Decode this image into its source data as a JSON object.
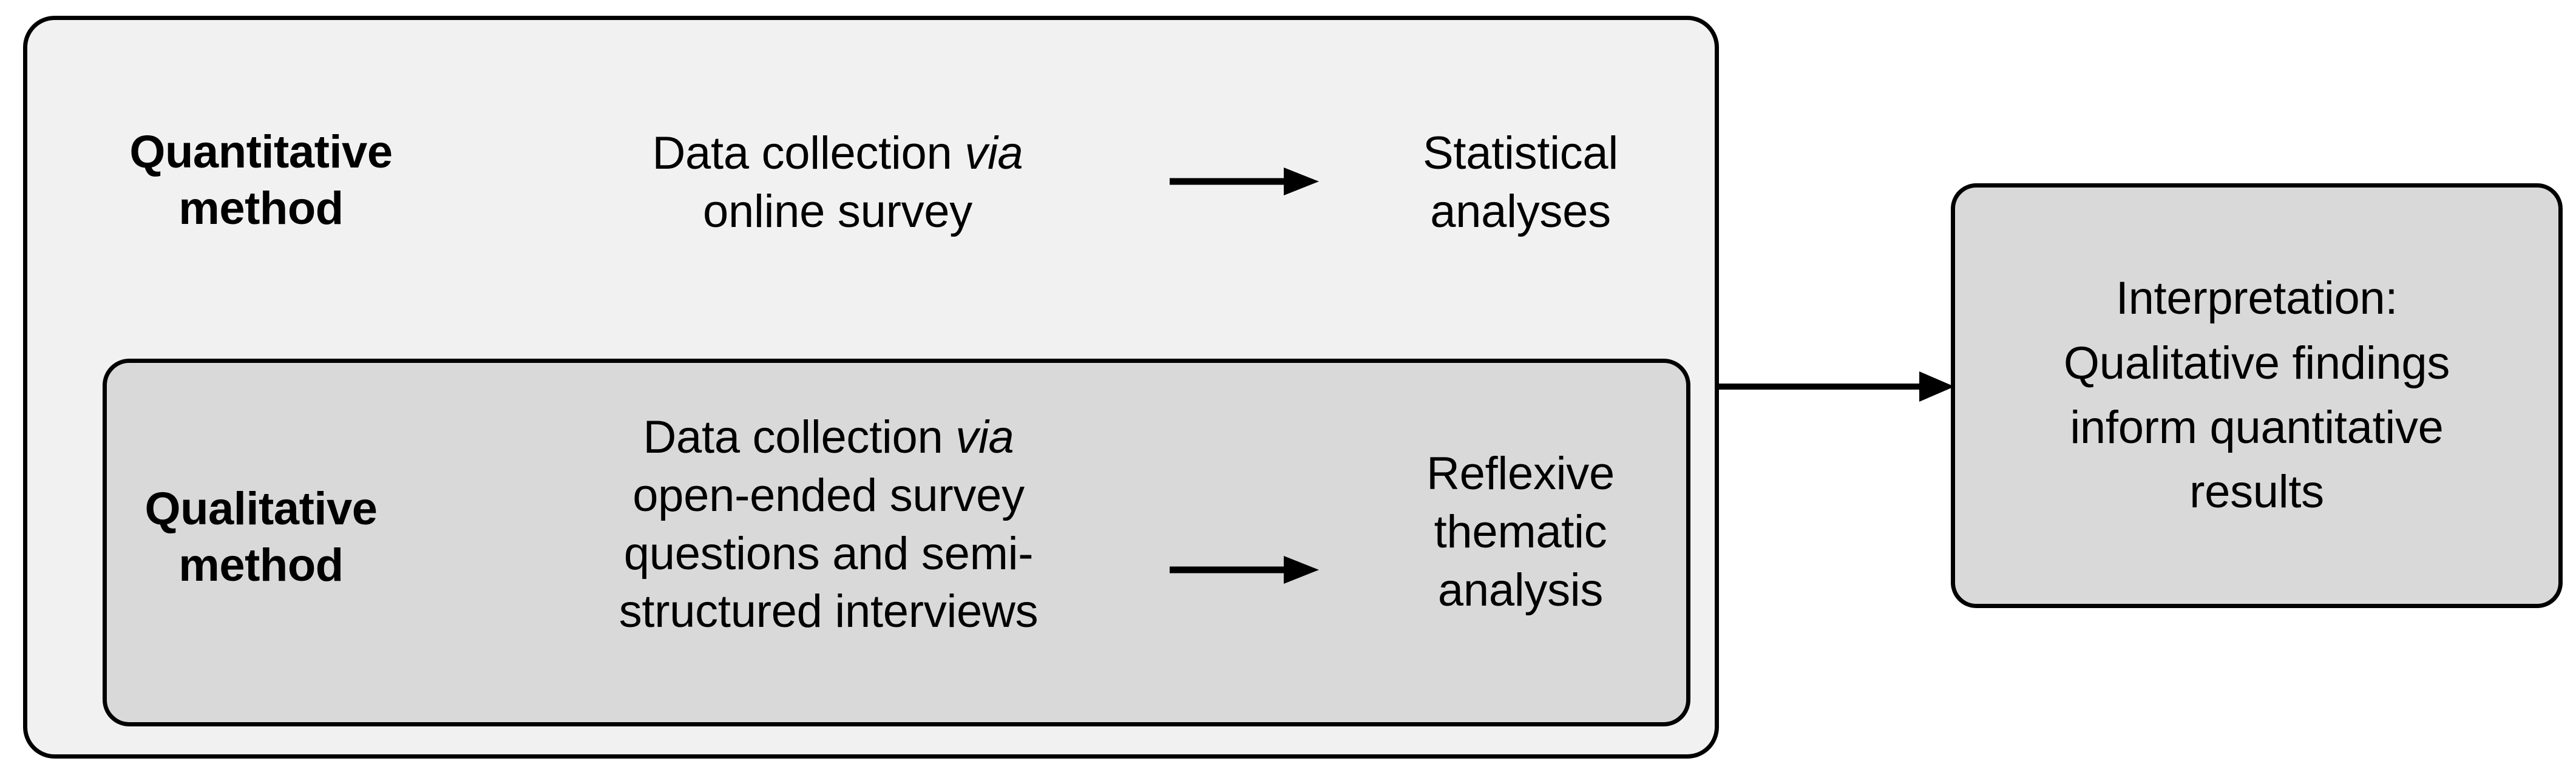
{
  "diagram": {
    "title": "Mixed-methods research design flow diagram",
    "colors": {
      "outer_container_bg": "#f1f1f1",
      "inner_box_bg": "#d9d9d9",
      "interpretation_box_bg": "#d9d9d9",
      "stroke": "#000000",
      "page_bg": "#ffffff"
    },
    "quantitative_row": {
      "method_label": "Quantitative\nmethod",
      "data_collection_pre": "Data collection ",
      "data_collection_italic": "via",
      "data_collection_post": "\nonline survey",
      "arrow": "right-arrow",
      "outcome": "Statistical\nanalyses"
    },
    "qualitative_row": {
      "method_label": "Qualitative\nmethod",
      "data_collection_pre": "Data collection ",
      "data_collection_italic": "via",
      "data_collection_post": "\nopen-ended survey\nquestions and semi-\nstructured interviews",
      "arrow": "right-arrow",
      "outcome": "Reflexive\nthematic\nanalysis"
    },
    "connector_arrow": "right-arrow",
    "interpretation": {
      "text": "Interpretation:\nQualitative findings\ninform quantitative\nresults"
    }
  }
}
